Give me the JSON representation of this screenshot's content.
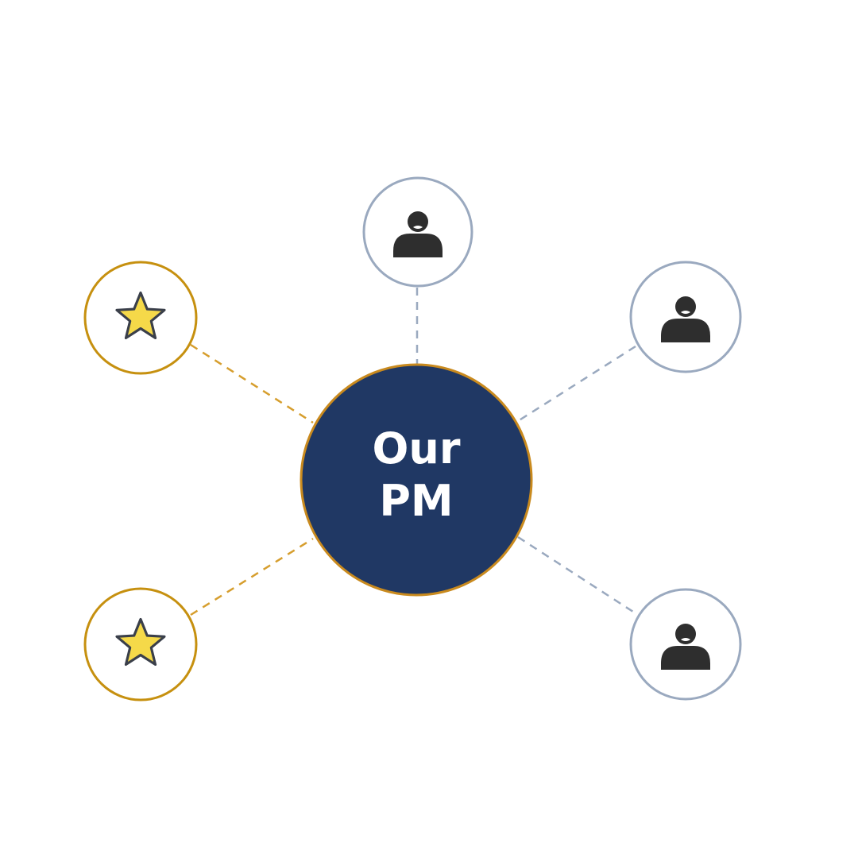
{
  "hub": {
    "line1": "Our",
    "line2": "PM",
    "fill_color": "#203864",
    "outline_color": "#c98a1e",
    "text_color": "#ffffff"
  },
  "nodes": [
    {
      "id": "top",
      "kind": "person",
      "icon": "person-icon"
    },
    {
      "id": "upper-right",
      "kind": "person",
      "icon": "person-icon"
    },
    {
      "id": "lower-right",
      "kind": "person",
      "icon": "person-icon"
    },
    {
      "id": "upper-left",
      "kind": "star",
      "icon": "star-icon"
    },
    {
      "id": "lower-left",
      "kind": "star",
      "icon": "star-icon"
    }
  ],
  "colors": {
    "person_border": "#9aa9bf",
    "person_connector": "#9aa9bf",
    "person_icon": "#2e2e2e",
    "star_border": "#c6900f",
    "star_connector": "#d69e2e",
    "star_fill": "#f5d949",
    "star_outline": "#3a3f4a"
  }
}
